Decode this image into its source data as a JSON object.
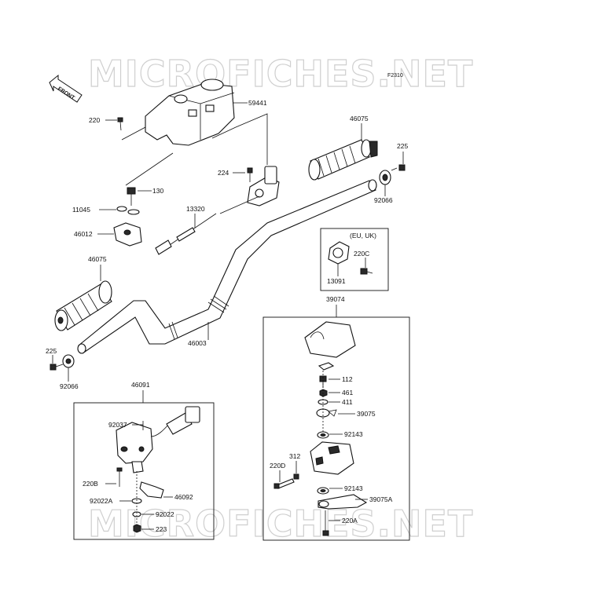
{
  "watermark": "MICROFICHES.NET",
  "figure_code": "F2310",
  "front_label": "FRONT",
  "region_note": "(EU, UK)",
  "parts": {
    "p59441": "59441",
    "p220": "220",
    "p46075_top": "46075",
    "p225_top": "225",
    "p224": "224",
    "p130": "130",
    "p11045": "11045",
    "p13320": "13320",
    "p92066_top": "92066",
    "p46012": "46012",
    "p220C": "220C",
    "p13091": "13091",
    "p46075_left": "46075",
    "p39074": "39074",
    "p46003": "46003",
    "p225_left": "225",
    "p92066_left": "92066",
    "p112": "112",
    "p46091": "46091",
    "p461": "461",
    "p411": "411",
    "p92037": "92037",
    "p39075": "39075",
    "p92143_a": "92143",
    "p312": "312",
    "p220D": "220D",
    "p220B": "220B",
    "p92143_b": "92143",
    "p46092": "46092",
    "p39075A": "39075A",
    "p92022A": "92022A",
    "p92022": "92022",
    "p220A": "220A",
    "p223": "223"
  }
}
